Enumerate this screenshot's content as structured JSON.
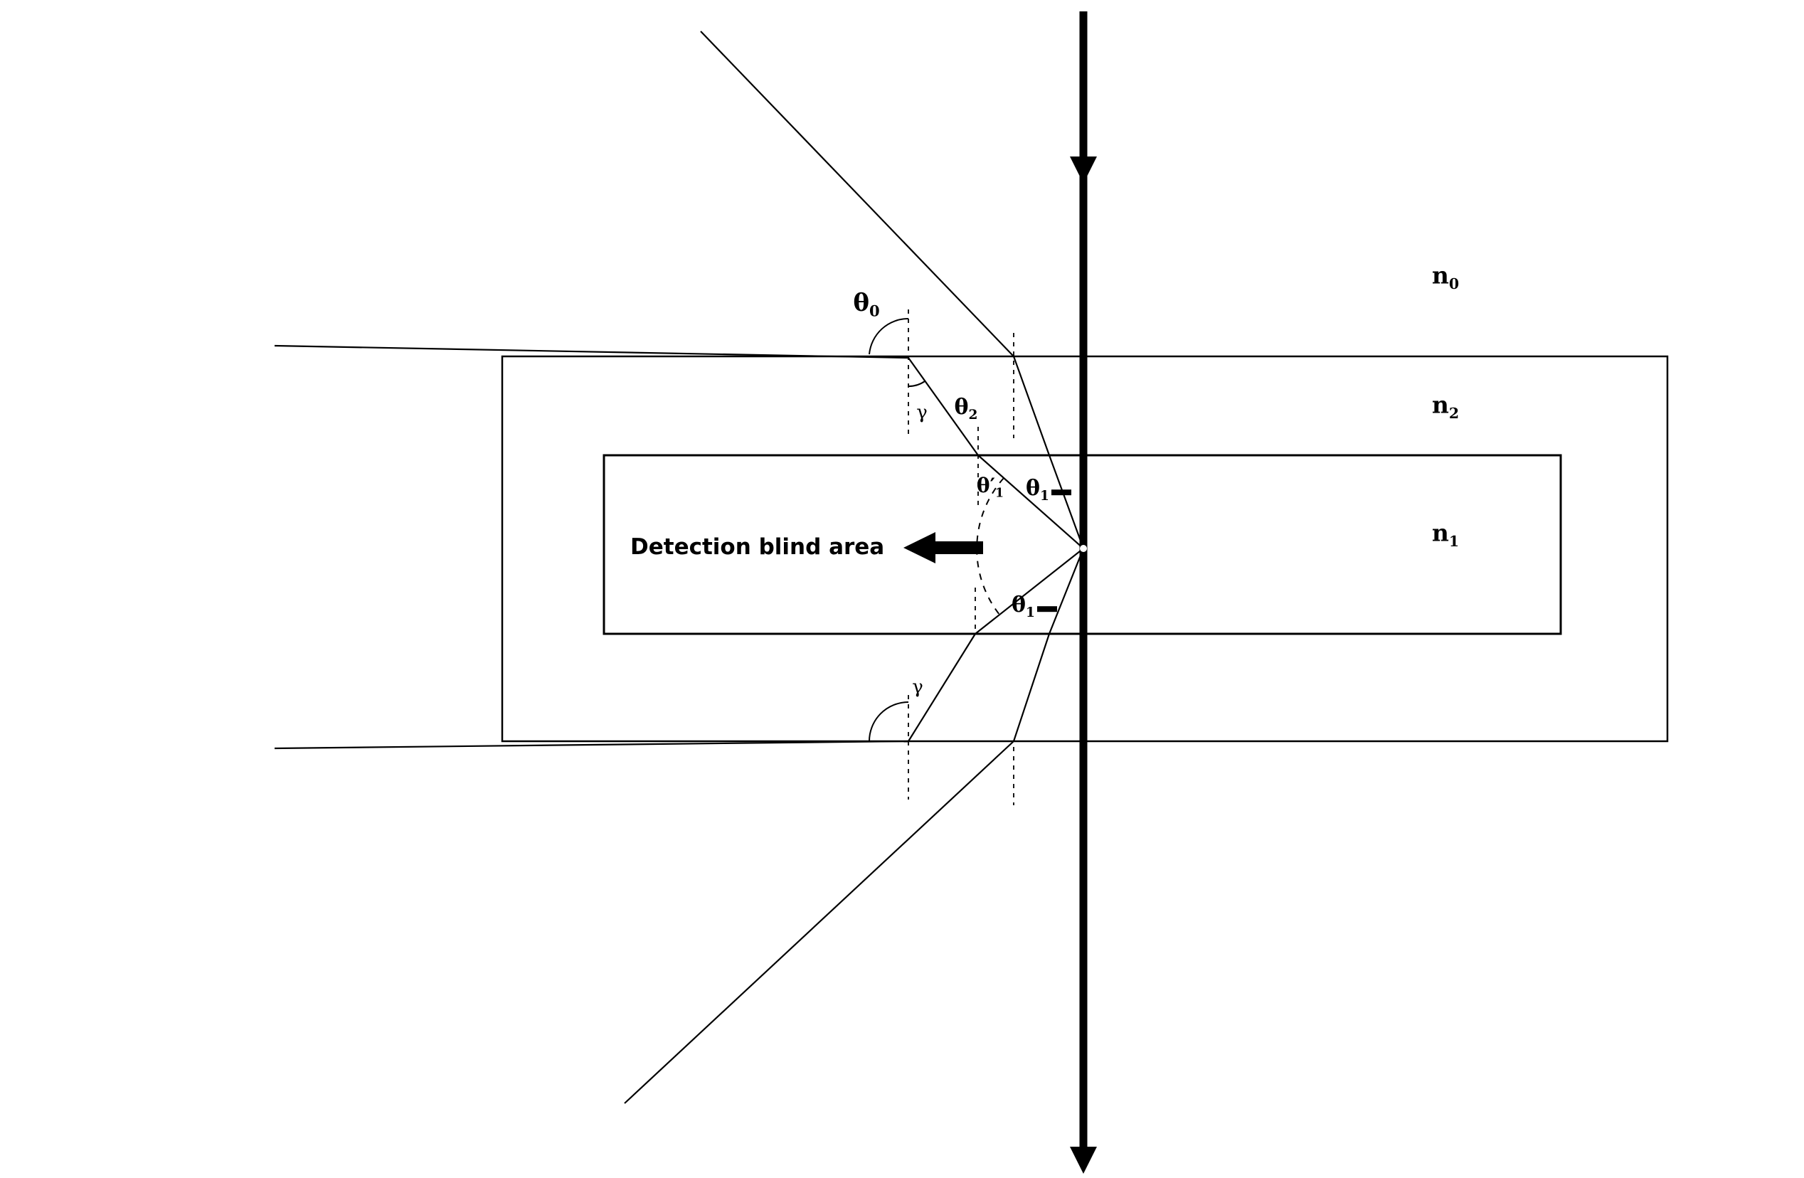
{
  "diagram": {
    "blind_area": {
      "label": "Detection blind area"
    },
    "media_labels": [
      {
        "base": "n",
        "sub": "0"
      },
      {
        "base": "n",
        "sub": "2"
      },
      {
        "base": "n",
        "sub": "1"
      }
    ],
    "angles": {
      "theta0": {
        "base": "θ",
        "sub": "0"
      },
      "theta2": {
        "base": "θ",
        "sub": "2"
      },
      "theta1_prime": {
        "base": "θ′",
        "sub": "1"
      },
      "theta1_upper": {
        "base": "θ",
        "sub": "1"
      },
      "theta1_lower": {
        "base": "θ",
        "sub": "1"
      },
      "gamma_upper": "γ",
      "gamma_lower": "γ"
    },
    "colors": {
      "line": "#000000",
      "background": "#ffffff"
    }
  }
}
